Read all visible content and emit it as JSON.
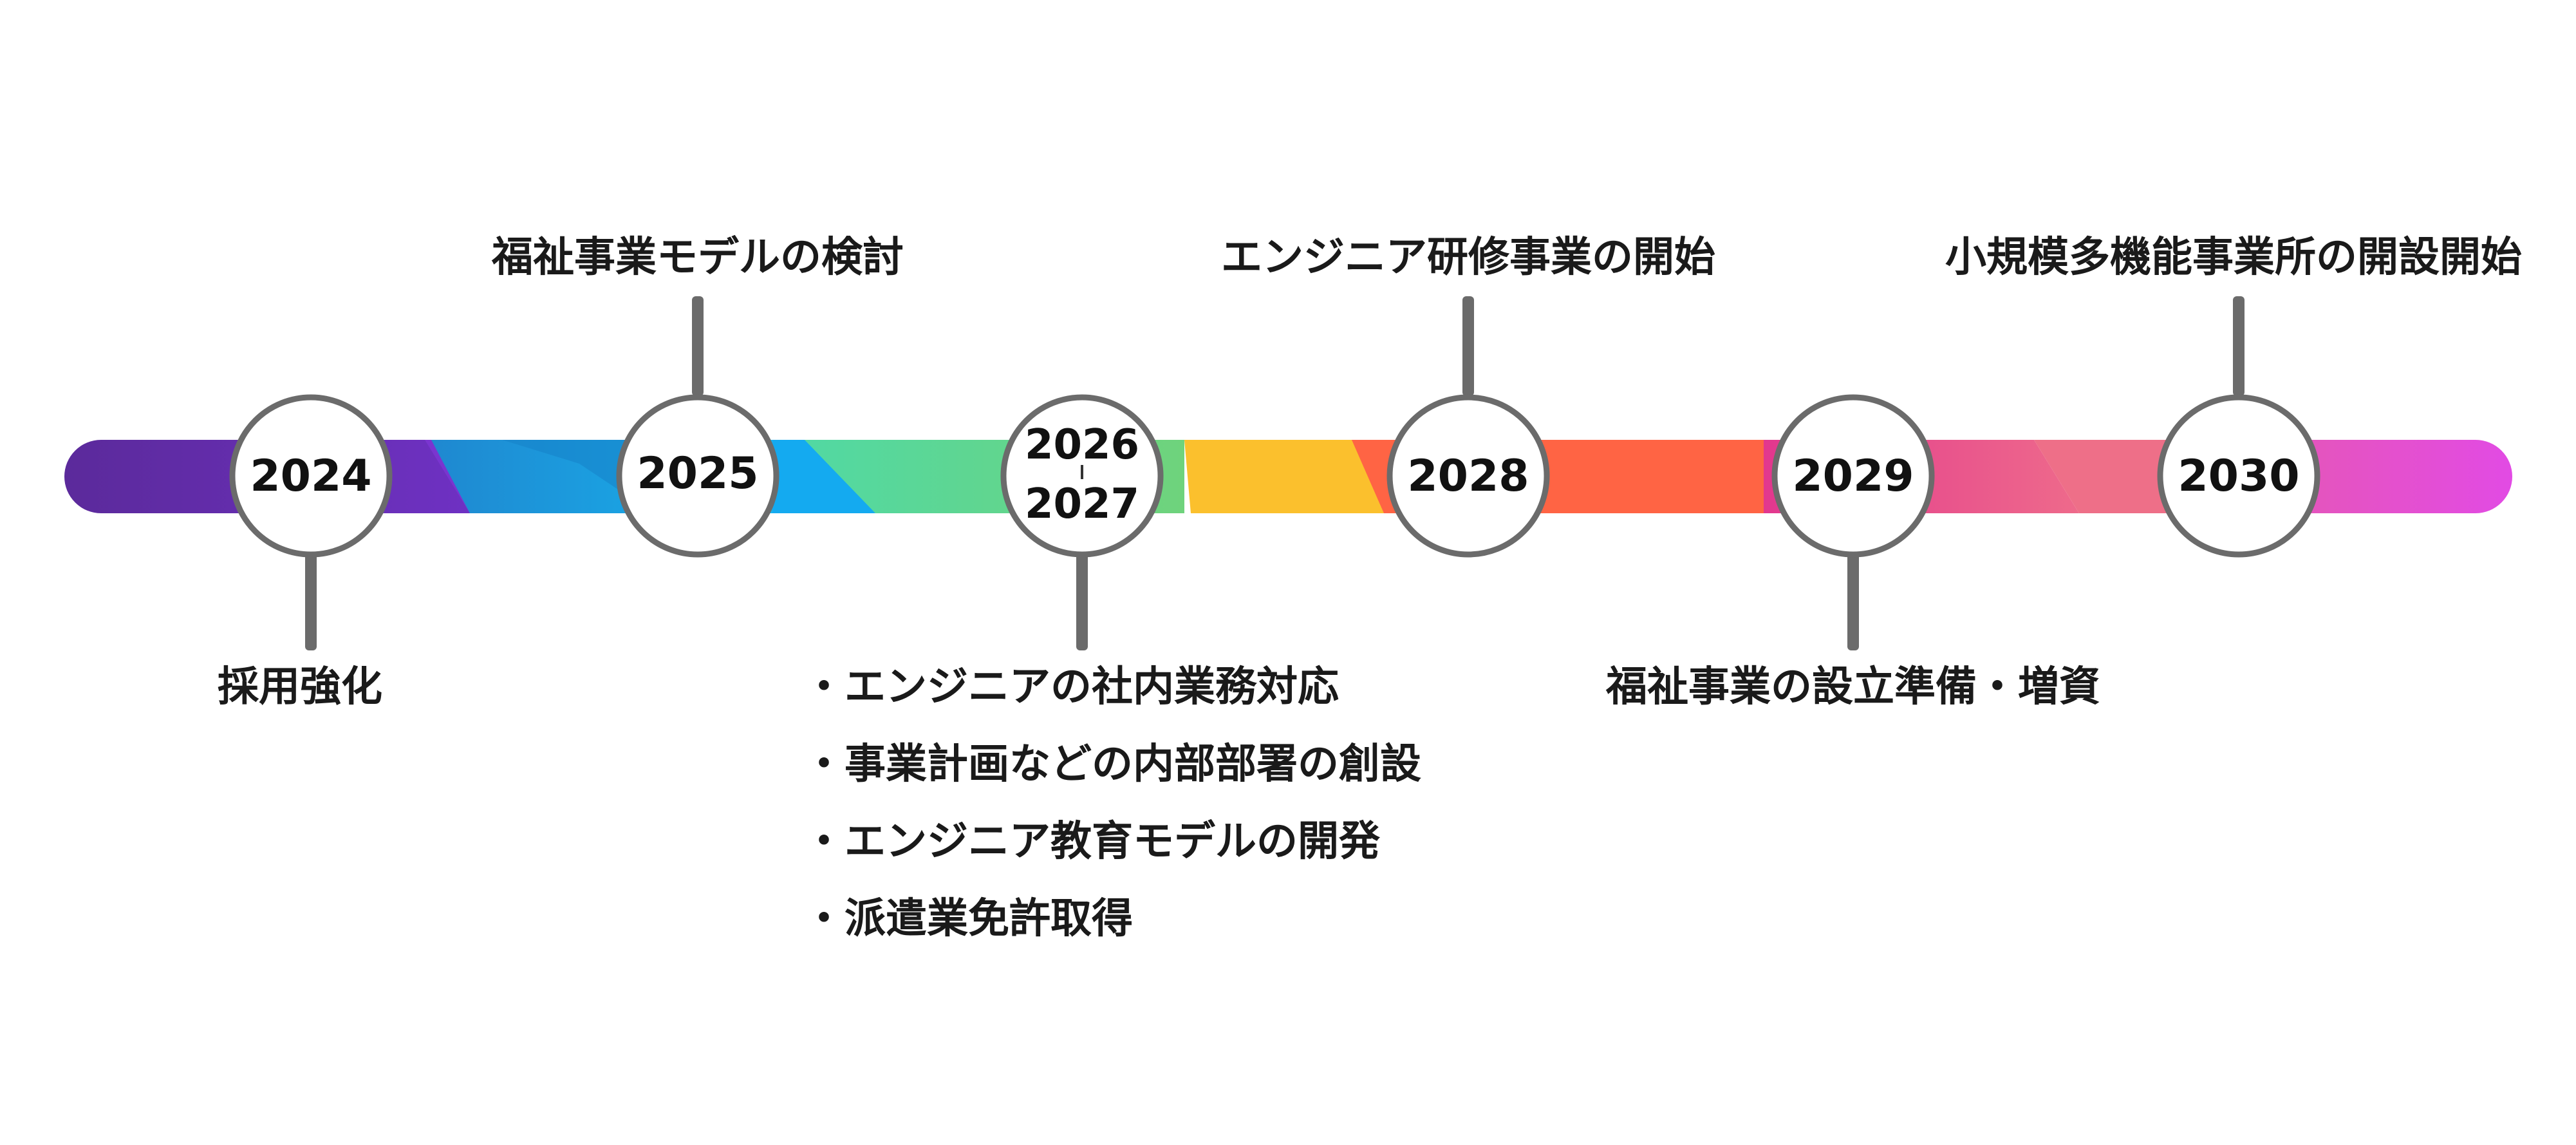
{
  "milestones": [
    {
      "year": "2024",
      "label": "採用強化",
      "position": "bottom"
    },
    {
      "year": "2025",
      "label": "福祉事業モデルの検討",
      "position": "top"
    },
    {
      "year_top": "2026",
      "year_bottom": "2027",
      "position": "bottom",
      "items": [
        "エンジニアの社内業務対応",
        "事業計画などの内部部署の創設",
        "エンジニア教育モデルの開発",
        "派遣業免許取得"
      ]
    },
    {
      "year": "2028",
      "label": "エンジニア研修事業の開始",
      "position": "top"
    },
    {
      "year": "2029",
      "label": "福祉事業の設立準備・増資",
      "position": "bottom"
    },
    {
      "year": "2030",
      "label": "小規模多機能事業所の開設開始",
      "position": "top"
    }
  ],
  "colors": {
    "bar_segments": [
      "#5e2a9f",
      "#7a35d0",
      "#1aa6e6",
      "#5fdc97",
      "#fbc02d",
      "#ff6644",
      "#e63b8f",
      "#f06c8a",
      "#e34ad9"
    ],
    "stem": "#6b6b6b",
    "circle_stroke": "#6b6b6b",
    "circle_fill": "#ffffff",
    "text": "#1a1a1a"
  }
}
